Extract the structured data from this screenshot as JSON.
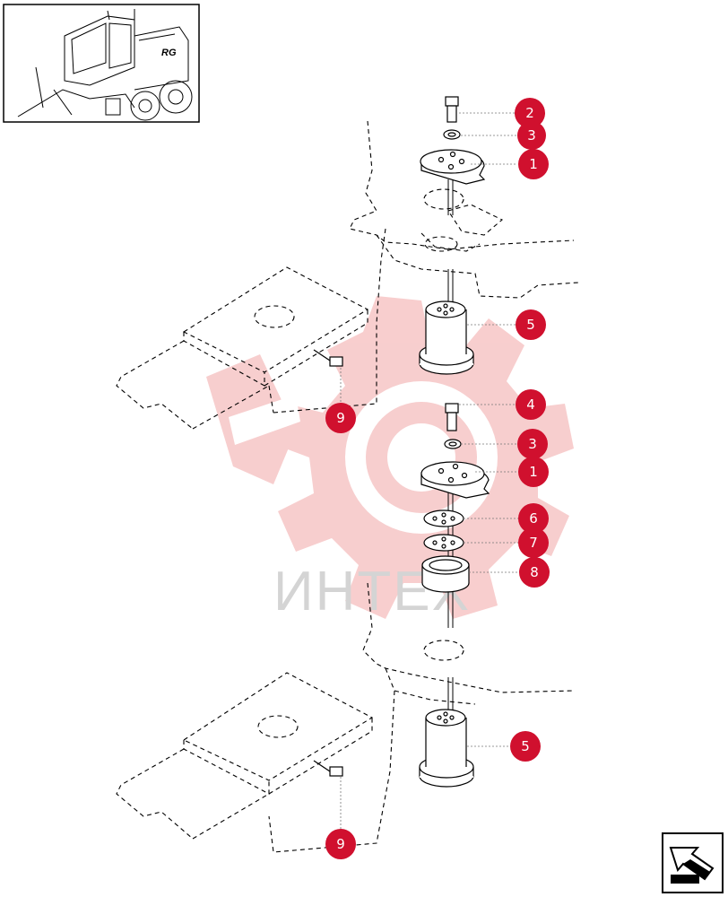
{
  "colors": {
    "callout": "#d0102e",
    "line": "#000000",
    "watermark_gear": "#f7c9c9",
    "watermark_text": "#d4d4d4"
  },
  "watermark": {
    "text": "ИНТЕХ"
  },
  "thumbnail": {
    "badge": "RG"
  },
  "callouts": [
    {
      "id": "c2a",
      "label": "2"
    },
    {
      "id": "c3a",
      "label": "3"
    },
    {
      "id": "c1a",
      "label": "1"
    },
    {
      "id": "c5a",
      "label": "5"
    },
    {
      "id": "c9a",
      "label": "9"
    },
    {
      "id": "c4a",
      "label": "4"
    },
    {
      "id": "c3b",
      "label": "3"
    },
    {
      "id": "c1b",
      "label": "1"
    },
    {
      "id": "c6a",
      "label": "6"
    },
    {
      "id": "c7a",
      "label": "7"
    },
    {
      "id": "c8a",
      "label": "8"
    },
    {
      "id": "c5b",
      "label": "5"
    },
    {
      "id": "c9b",
      "label": "9"
    }
  ],
  "icons": {
    "thumbnail": "motor-grader-thumbnail",
    "nav": "next-page-arrow-icon"
  }
}
